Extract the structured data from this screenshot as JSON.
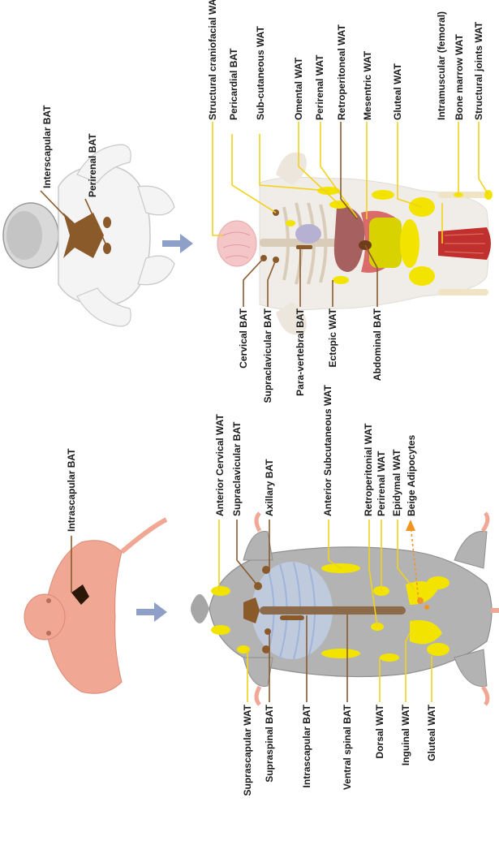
{
  "colors": {
    "wat": "#f2e400",
    "bat": "#8b5a2b",
    "beige": "#f29422",
    "mouse_body": "#b3b3b3",
    "human_body": "#f1f1f1",
    "pup_skin": "#f0a793",
    "arrow": "#8ea0c8",
    "text": "#1a1a1a"
  },
  "infant": {
    "interscapular": "Interscapular BAT",
    "perirenal": "Perirenal BAT"
  },
  "adult": {
    "top": [
      "Structural craniofacial WAT",
      "Pericardial BAT",
      "Sub-cutaneous WAT",
      "Omental WAT",
      "Perirenal WAT",
      "Retroperitoneal WAT",
      "Mesentric WAT",
      "Gluteal WAT",
      "Intramuscular (femoral)",
      "Bone marrow WAT",
      "Structural joints WAT"
    ],
    "bottom": [
      "Cervical BAT",
      "Supraclavicular BAT",
      "Para-vertebral BAT",
      "Ectopic WAT",
      "Abdominal BAT"
    ]
  },
  "pup": {
    "label": "Intrascapular BAT"
  },
  "mouse": {
    "top": [
      "Anterior Cervical WAT",
      "Supraclavicular BAT",
      "Axillary BAT",
      "Anterior Subcutaneous WAT",
      "Retroperitonial WAT",
      "Perirenal WAT",
      "Epidymal WAT",
      "Beige Adipocytes"
    ],
    "bottom": [
      "Suprascapular WAT",
      "Supraspinal BAT",
      "Intrascapular BAT",
      "Ventral spinal BAT",
      "Dorsal WAT",
      "Inguinal WAT",
      "Gluteal WAT"
    ]
  }
}
